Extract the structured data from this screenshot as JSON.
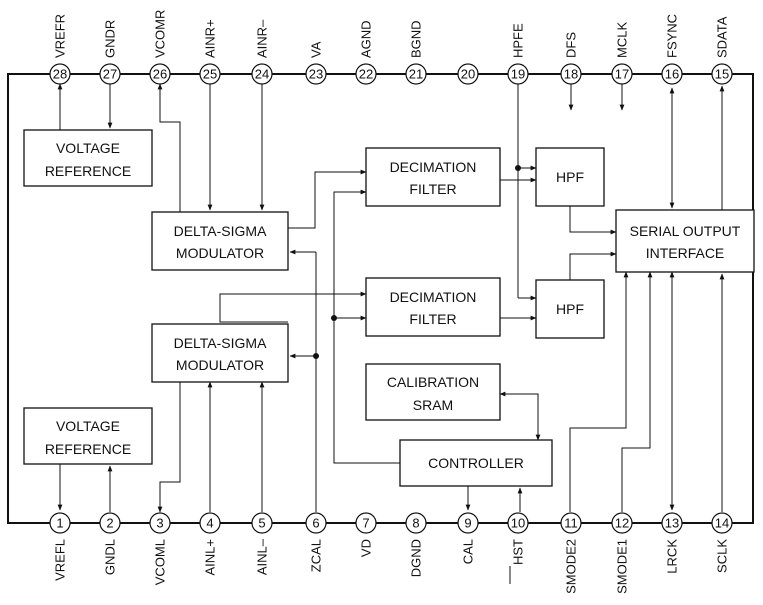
{
  "top_pins": [
    {
      "num": "28",
      "label": "VREFR"
    },
    {
      "num": "27",
      "label": "GNDR"
    },
    {
      "num": "26",
      "label": "VCOMR"
    },
    {
      "num": "25",
      "label": "AINR+"
    },
    {
      "num": "24",
      "label": "AINR–"
    },
    {
      "num": "23",
      "label": "VA"
    },
    {
      "num": "22",
      "label": "AGND"
    },
    {
      "num": "21",
      "label": "BGND"
    },
    {
      "num": "20",
      "label": ""
    },
    {
      "num": "19",
      "label": "HPFE"
    },
    {
      "num": "18",
      "label": "DFS"
    },
    {
      "num": "17",
      "label": "MCLK"
    },
    {
      "num": "16",
      "label": "FSYNC"
    },
    {
      "num": "15",
      "label": "SDATA"
    }
  ],
  "bottom_pins": [
    {
      "num": "1",
      "label": "VREFL"
    },
    {
      "num": "2",
      "label": "GNDL"
    },
    {
      "num": "3",
      "label": "VCOML"
    },
    {
      "num": "4",
      "label": "AINL+"
    },
    {
      "num": "5",
      "label": "AINL–"
    },
    {
      "num": "6",
      "label": "ZCAL"
    },
    {
      "num": "7",
      "label": "VD"
    },
    {
      "num": "8",
      "label": "DGND"
    },
    {
      "num": "9",
      "label": "CAL"
    },
    {
      "num": "10",
      "label": "HST"
    },
    {
      "num": "11",
      "label": "SMODE2"
    },
    {
      "num": "12",
      "label": "SMODE1"
    },
    {
      "num": "13",
      "label": "LRCK"
    },
    {
      "num": "14",
      "label": "SCLK"
    }
  ],
  "blocks": {
    "vref_top": [
      "VOLTAGE",
      "REFERENCE"
    ],
    "vref_bottom": [
      "VOLTAGE",
      "REFERENCE"
    ],
    "dsm_top": [
      "DELTA-SIGMA",
      "MODULATOR"
    ],
    "dsm_bottom": [
      "DELTA-SIGMA",
      "MODULATOR"
    ],
    "dec_top": [
      "DECIMATION",
      "FILTER"
    ],
    "dec_bottom": [
      "DECIMATION",
      "FILTER"
    ],
    "hpf_top": [
      "HPF"
    ],
    "hpf_bottom": [
      "HPF"
    ],
    "serial": [
      "SERIAL OUTPUT",
      "INTERFACE"
    ],
    "calsram": [
      "CALIBRATION",
      "SRAM"
    ],
    "controller": [
      "CONTROLLER"
    ]
  }
}
